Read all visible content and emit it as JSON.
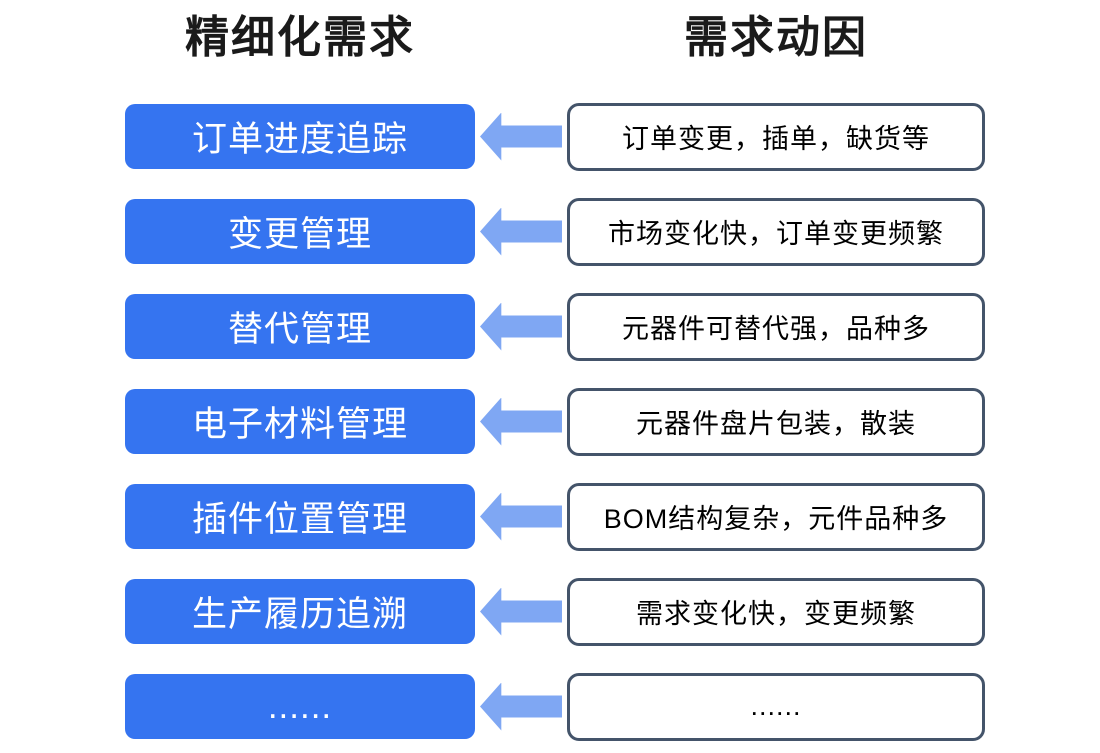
{
  "colors": {
    "requirement_box_fill": "#3574F0",
    "arrow_fill": "#7FA7F3",
    "driver_box_border": "#44546A",
    "header_text": "#1a1a1a"
  },
  "headers": {
    "left": "精细化需求",
    "right": "需求动因"
  },
  "rows": [
    {
      "requirement": "订单进度追踪",
      "driver": "订单变更，插单，缺货等"
    },
    {
      "requirement": "变更管理",
      "driver": "市场变化快，订单变更频繁"
    },
    {
      "requirement": "替代管理",
      "driver": "元器件可替代强，品种多"
    },
    {
      "requirement": "电子材料管理",
      "driver": "元器件盘片包装，散装"
    },
    {
      "requirement": "插件位置管理",
      "driver": "BOM结构复杂，元件品种多"
    },
    {
      "requirement": "生产履历追溯",
      "driver": "需求变化快，变更频繁"
    },
    {
      "requirement": "......",
      "driver": "......"
    }
  ]
}
